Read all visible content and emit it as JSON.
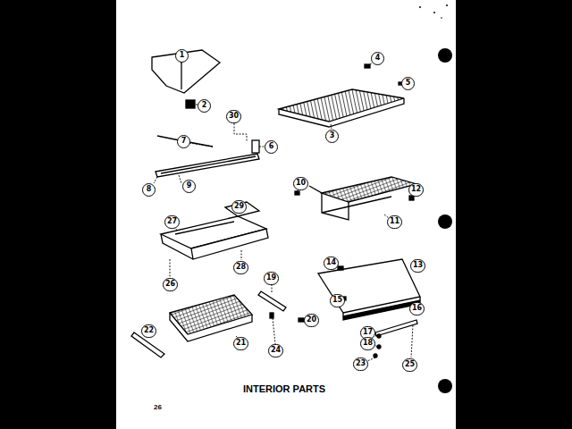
{
  "diagram": {
    "title": "INTERIOR PARTS",
    "labels": [
      "1",
      "2",
      "4",
      "5",
      "3",
      "30",
      "7",
      "6",
      "8",
      "9",
      "10",
      "12",
      "11",
      "27",
      "29",
      "28",
      "26",
      "14",
      "13",
      "15",
      "16",
      "19",
      "20",
      "17",
      "18",
      "22",
      "21",
      "24",
      "23",
      "25",
      "26"
    ]
  }
}
